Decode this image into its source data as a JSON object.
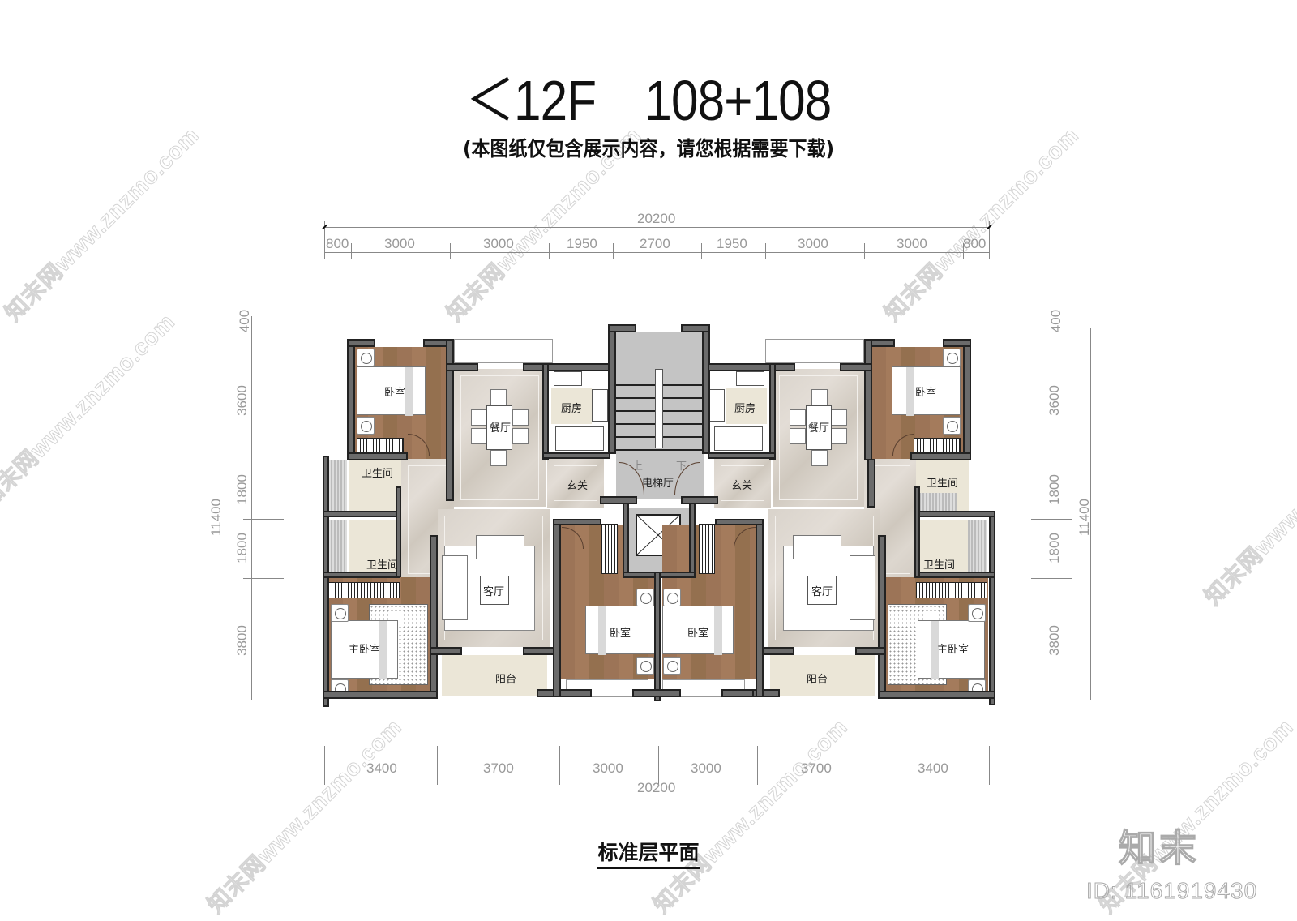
{
  "header": {
    "title_prefix": "＜12F",
    "title_area": "108+108",
    "subtitle": "(本图纸仅包含展示内容，请您根据需要下载)"
  },
  "dimensions": {
    "top_total": "20200",
    "top_segments": [
      "800",
      "3000",
      "3000",
      "1950",
      "2700",
      "1950",
      "3000",
      "3000",
      "800"
    ],
    "bottom_segments": [
      "3400",
      "3700",
      "3000",
      "3000",
      "3700",
      "3400"
    ],
    "bottom_total": "20200",
    "left_total": "11400",
    "left_segments": [
      "400",
      "3600",
      "1800",
      "1800",
      "3800"
    ],
    "right_total": "11400",
    "right_segments": [
      "400",
      "3600",
      "1800",
      "1800",
      "3800"
    ]
  },
  "rooms": {
    "left_unit": {
      "bedroom_top": "卧室",
      "dining": "餐厅",
      "kitchen": "厨房",
      "entry": "玄关",
      "bath_1": "卫生间",
      "bath_2": "卫生间",
      "living": "客厅",
      "master_bedroom": "主卧室",
      "bedroom_mid": "卧室",
      "balcony": "阳台"
    },
    "core": {
      "lift_lobby": "电梯厅",
      "stair_up": "上",
      "stair_down": "下"
    },
    "right_unit": {
      "bedroom_top": "卧室",
      "dining": "餐厅",
      "kitchen": "厨房",
      "entry": "玄关",
      "bath_1": "卫生间",
      "bath_2": "卫生间",
      "living": "客厅",
      "master_bedroom": "主卧室",
      "bedroom_mid": "卧室",
      "balcony": "阳台"
    }
  },
  "footer": {
    "plan_title": "标准层平面",
    "brand": "知末",
    "id_label": "ID: 1161919430"
  },
  "watermark": {
    "text": "知末网www.znzmo.com"
  },
  "colors": {
    "wall": "#6b6b6b",
    "wood_floor": "#9c7457",
    "marble_floor": "#d9d3cb",
    "tile_floor": "#ebe6d7",
    "core_floor": "#c4c4c4"
  }
}
